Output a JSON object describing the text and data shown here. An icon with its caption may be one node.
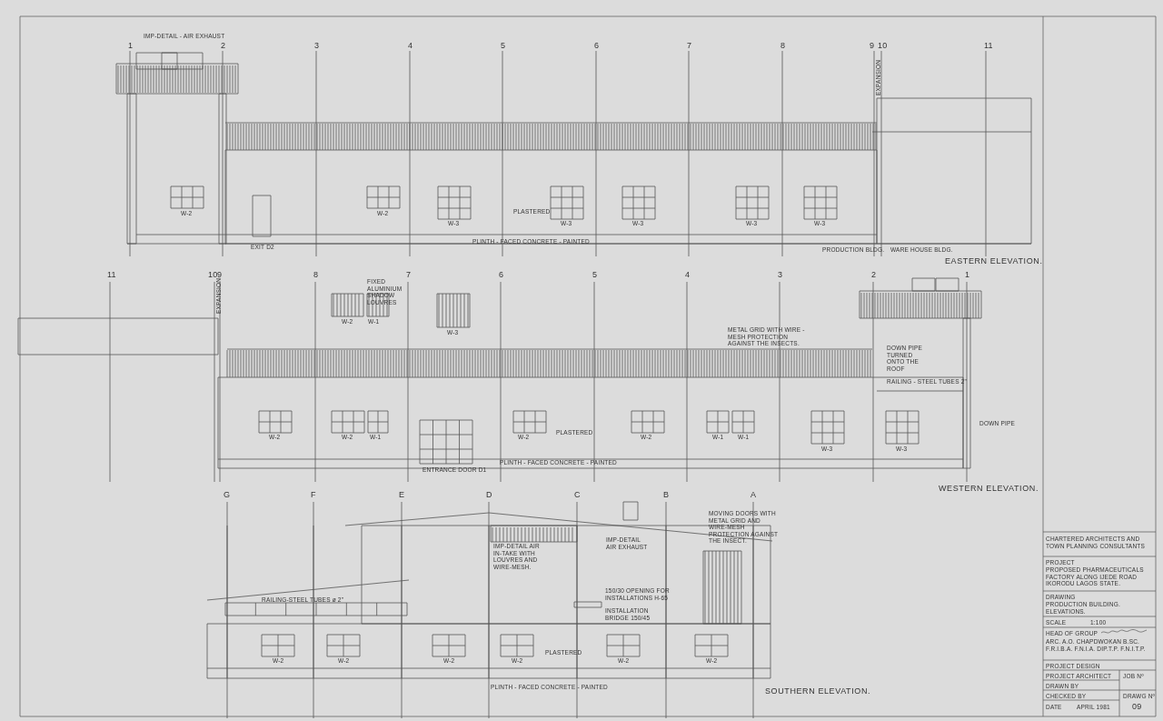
{
  "diagram": {
    "labels": [
      "IMP-DETAIL - AIR EXHAUST",
      "1",
      "2",
      "3",
      "4",
      "5",
      "6",
      "7",
      "8",
      "9",
      "10",
      "11",
      "EXPANSION",
      "W-2",
      "W-2",
      "W-3",
      "PLASTERED",
      "W-3",
      "W-3",
      "W-3",
      "W-3",
      "EXIT D2",
      "PLINTH - FACED CONCRETE - PAINTED",
      "PRODUCTION BLDG.",
      "WARE HOUSE BLDG.",
      "EASTERN ELEVATION.",
      "11",
      "10",
      "9",
      "8",
      "7",
      "6",
      "5",
      "4",
      "3",
      "2",
      "1",
      "EXPANSION",
      "FIXED ALUMINIUM SHADOW LOUVRES",
      "W-2",
      "W-1",
      "W-3",
      "METAL GRID WITH WIRE - MESH PROTECTION AGAINST THE INSECTS.",
      "DOWN PIPE TURNED ONTO THE ROOF",
      "RAILING - STEEL TUBES 2\"",
      "W-2",
      "W-2",
      "W-1",
      "ENTRANCE DOOR D1",
      "W-2",
      "PLASTERED",
      "PLINTH - FACED CONCRETE - PAINTED",
      "W-2",
      "W-1",
      "W-1",
      "W-3",
      "W-3",
      "DOWN PIPE",
      "WESTERN ELEVATION.",
      "G",
      "F",
      "E",
      "D",
      "C",
      "B",
      "A",
      "IMP-DETAIL AIR IN-TAKE WITH LOUVRES AND WIRE-MESH.",
      "IMP-DETAIL AIR EXHAUST",
      "MOVING DOORS WITH METAL GRID AND WIRE-MESH PROTECTION AGAINST THE INSECT.",
      "RAILING-STEEL TUBES ø 2\"",
      "150/30 OPENING FOR INSTALLATIONS H-65",
      "INSTALLATION BRIDGE 150/45",
      "W-2",
      "W-2",
      "W-2",
      "W-2",
      "W-2",
      "W-2",
      "PLASTERED",
      "PLINTH - FACED CONCRETE - PAINTED",
      "SOUTHERN ELEVATION.",
      "CHARTERED ARCHITECTS AND TOWN PLANNING CONSULTANTS",
      "PROJECT",
      "PROPOSED PHARMACEUTICALS FACTORY ALONG IJEDE ROAD IKORODU LAGOS STATE.",
      "DRAWING",
      "PRODUCTION BUILDING. ELEVATIONS.",
      "SCALE",
      "1:100",
      "HEAD OF GROUP",
      "ARC. A.O. CHAPDWOKAN B.SC. F.R.I.B.A. F.N.I.A. DIP.T.P. F.N.I.T.P.",
      "PROJECT DESIGN",
      "PROJECT ARCHITECT",
      "DRAWN BY",
      "CHECKED BY",
      "DATE",
      "APRIL 1981",
      "JOB Nº",
      "DRAWG Nº",
      "09"
    ]
  }
}
